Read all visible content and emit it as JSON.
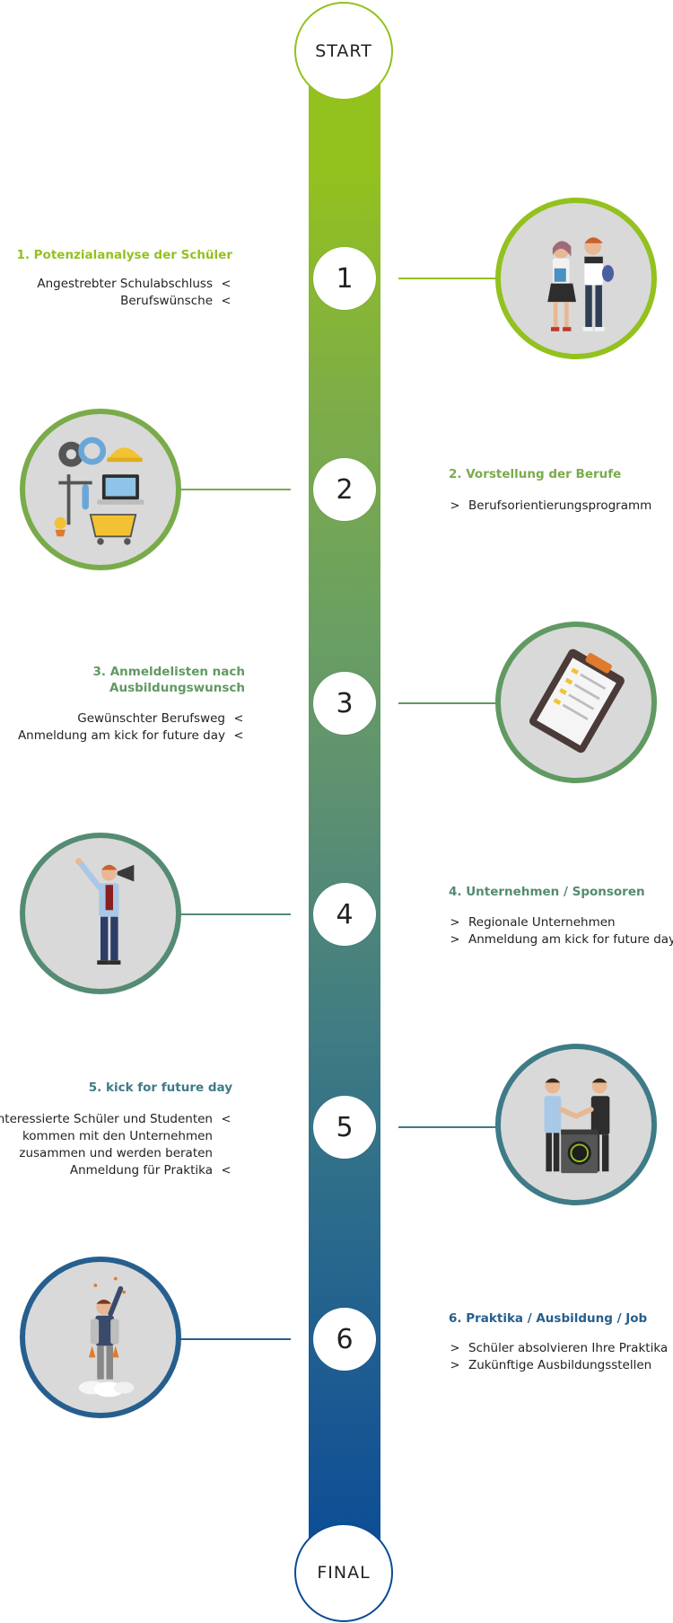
{
  "timeline": {
    "start_label": "START",
    "final_label": "FINAL"
  },
  "steps": [
    {
      "number": "1",
      "title": "1. Potenzialanalyse der Schüler",
      "items": [
        "Angestrebter Schulabschluss",
        "Berufswünsche"
      ],
      "color": "#93c11e",
      "illustration": "students-icon"
    },
    {
      "number": "2",
      "title": "2. Vorstellung der Berufe",
      "items": [
        "Berufsorientierungsprogramm"
      ],
      "color": "#7aab4b",
      "illustration": "professions-icon"
    },
    {
      "number": "3",
      "title": "3. Anmeldelisten nach Ausbildungswunsch",
      "title_lines": [
        "3. Anmeldelisten nach",
        "Ausbildungswunsch"
      ],
      "items": [
        "Gewünschter Berufsweg",
        "Anmeldung am kick for future day"
      ],
      "color": "#619962",
      "illustration": "clipboard-icon"
    },
    {
      "number": "4",
      "title": "4. Unternehmen / Sponsoren",
      "items": [
        "Regionale Unternehmen",
        "Anmeldung am kick for future day"
      ],
      "color": "#548b72",
      "illustration": "megaphone-person-icon"
    },
    {
      "number": "5",
      "title": "5. kick for future day",
      "items": [
        "Interessierte Schüler und Studenten",
        "kommen mit den Unternehmen",
        "zusammen und werden beraten",
        "Anmeldung für Praktika"
      ],
      "color": "#3e7b87",
      "illustration": "handshake-icon"
    },
    {
      "number": "6",
      "title": "6. Praktika / Ausbildung / Job",
      "items": [
        "Schüler absolvieren Ihre Praktika",
        "Zukünftige Ausbildungsstellen"
      ],
      "color": "#265f8e",
      "illustration": "rocket-person-icon"
    }
  ]
}
